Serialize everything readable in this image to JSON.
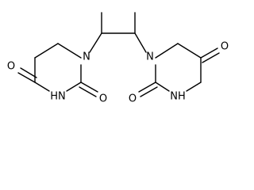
{
  "molecule": {
    "atoms": {
      "n_left": "N",
      "n_right": "N",
      "o_left_upper": "O",
      "o_left_lower": "O",
      "o_right_upper": "O",
      "o_right_lower": "O",
      "nh_left": "HN",
      "nh_right": "NH"
    },
    "colors": {
      "bond": "#000000",
      "label": "#000000",
      "background": "#ffffff"
    }
  }
}
